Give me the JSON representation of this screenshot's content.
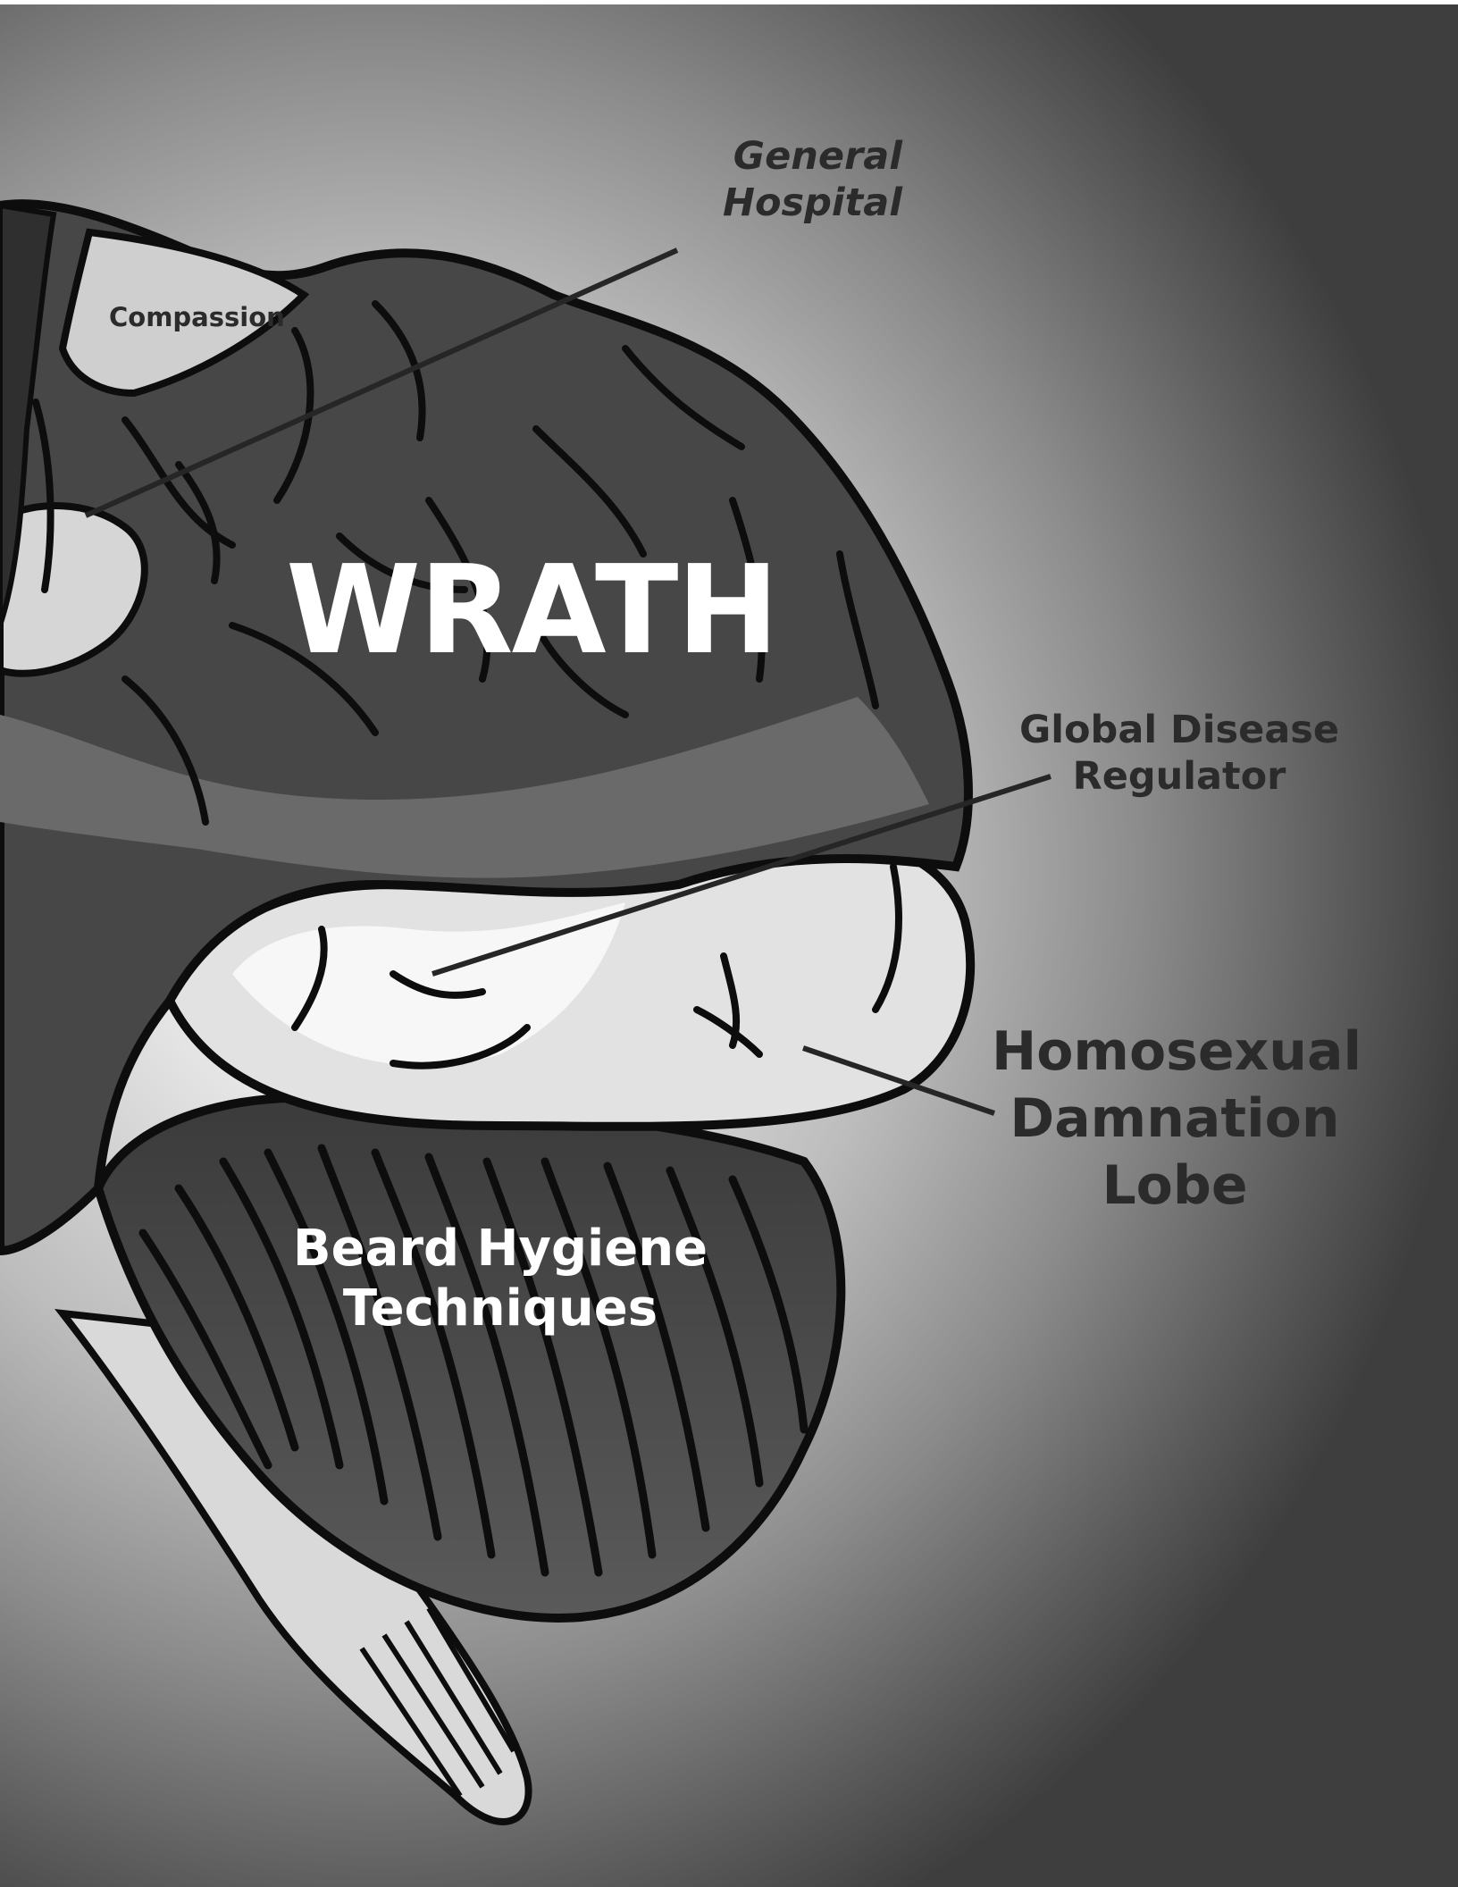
{
  "labels": {
    "general_hospital": [
      "General",
      "Hospital"
    ],
    "compassion": "Compassion",
    "wrath": "WRATH",
    "global_disease_regulator": [
      "Global Disease",
      "Regulator"
    ],
    "homosexual_damnation_lobe": [
      "Homosexual",
      "Damnation",
      "Lobe"
    ],
    "beard_hygiene_techniques": [
      "Beard Hygiene",
      "Techniques"
    ]
  },
  "colors": {
    "label_dark": "#2b2b2b",
    "label_light": "#ffffff",
    "brain_dark": "#454545",
    "brain_mid": "#6e6e6e",
    "brain_light": "#e4e4e4",
    "outline": "#0d0d0d"
  }
}
